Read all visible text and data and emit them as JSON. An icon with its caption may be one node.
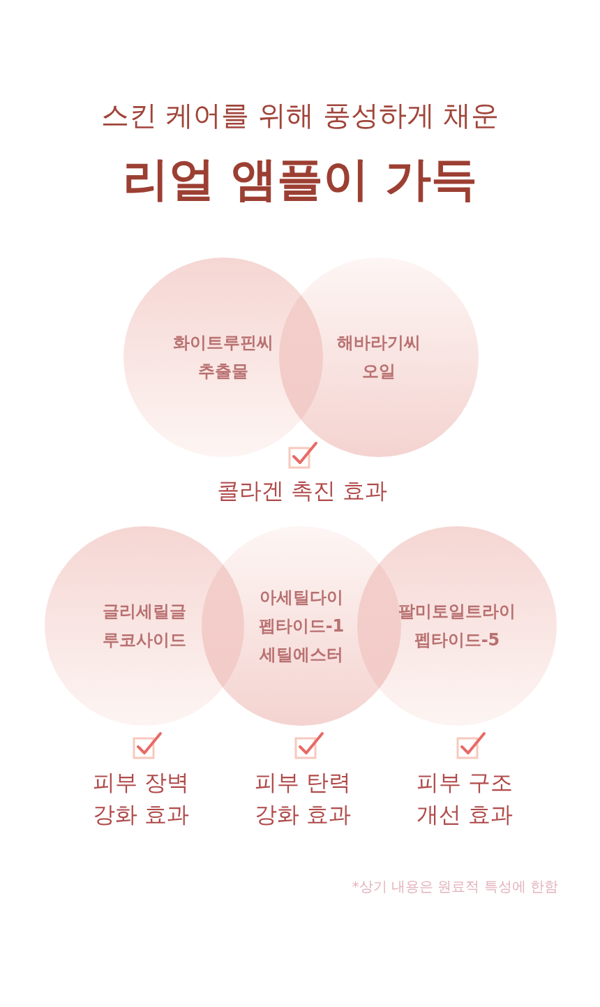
{
  "diagram": {
    "title": "리얼 앰플이 가득",
    "nodes": [
      {
        "text": [
          "화이트루핀씨 추출물"
        ]
      },
      {
        "text": [
          "해바라기씨 오일"
        ]
      },
      {
        "text": [
          "글리세릴글 루코사이드"
        ]
      },
      {
        "text": [
          "아세틸다이 펩타이드-1 세틸에스터"
        ]
      },
      {
        "text": [
          "팔미토일트라이 펩타이드-5"
        ]
      }
    ],
    "labels": [
      "스킨 케어를 위해 풍성하게 채운",
      "콜라겐 촉진 효과",
      "피부 장벽 강화 효과",
      "피부 탄력 강화 효과",
      "피부 구조 개선 효과",
      "*상기 내용은 원료적 특성에 한함"
    ]
  }
}
